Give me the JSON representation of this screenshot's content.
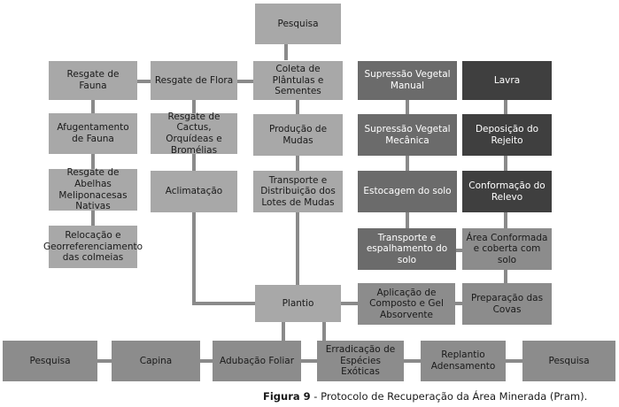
{
  "diagram": {
    "nodes": {
      "pesquisa_top": "Pesquisa",
      "resgate_fauna": "Resgate de Fauna",
      "resgate_flora": "Resgate de Flora",
      "coleta": "Coleta de Plântulas e Sementes",
      "supressao_manual": "Supressão Vegetal Manual",
      "lavra": "Lavra",
      "afugentamento": "Afugentamento de Fauna",
      "resgate_cactus": "Resgate de Cactus, Orquídeas e Bromélias",
      "producao_mudas": "Produção de Mudas",
      "supressao_mecanica": "Supressão Vegetal Mecânica",
      "deposicao": "Deposição do Rejeito",
      "resgate_abelhas": "Resgate de Abelhas Meliponacesas Nativas",
      "aclimatacao": "Aclimatação",
      "transporte_mudas": "Transporte e Distribuição dos Lotes de Mudas",
      "estocagem": "Estocagem do solo",
      "conformacao": "Conformação do Relevo",
      "relocacao": "Relocação e Georreferenciamento das colmeias",
      "transporte_solo": "Transporte e espalhamento do solo",
      "area_conformada": "Área Conformada e coberta com solo",
      "plantio": "Plantio",
      "aplicacao": "Aplicação de Composto e Gel Absorvente",
      "preparacao": "Preparação das Covas",
      "pesquisa_b1": "Pesquisa",
      "capina": "Capina",
      "adubacao": "Adubação Foliar",
      "erradicacao": "Erradicação de Espécies Exóticas",
      "replantio": "Replantio Adensamento",
      "pesquisa_b2": "Pesquisa"
    }
  },
  "caption": {
    "label": "Figura 9",
    "text": " - Protocolo de Recuperação da Área Minerada (Pram)."
  },
  "colors": {
    "box_light": "#a8a8a8",
    "box_mid": "#8c8c8c",
    "box_dark": "#6b6b6b",
    "box_darkest": "#3f3f3f",
    "connector": "#8a8a8a"
  }
}
